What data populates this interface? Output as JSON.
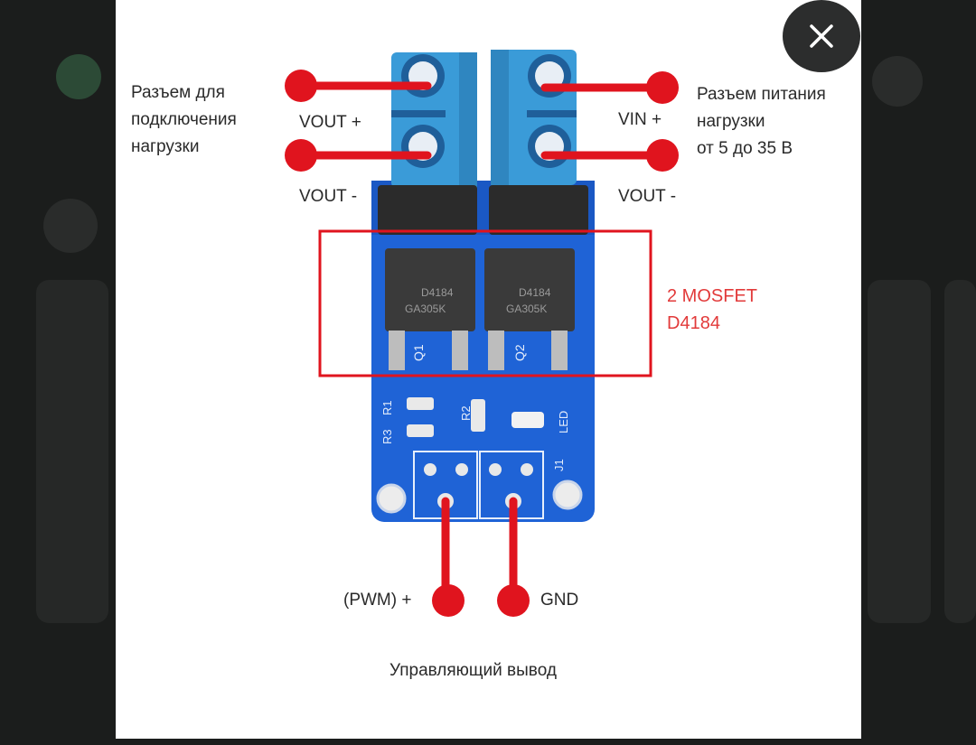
{
  "viewer": {
    "close_label": "×",
    "image": {
      "labels": {
        "left_connector": "Разъем для\nподключения\nнагрузки",
        "right_connector": "Разъем питания\nнагрузки\nот 5 до 35 В",
        "vout_plus": "VOUT +",
        "vout_minus_left": "VOUT -",
        "vin_plus": "VIN +",
        "vout_minus_right": "VOUT -",
        "mosfet": "2 MOSFET\nD4184",
        "pwm": "(PWM) +",
        "gnd": "GND",
        "control_pin": "Управляющий вывод"
      },
      "board_marks": {
        "chip1_line1": "D4184",
        "chip1_line2": "GA305K",
        "chip2_line1": "D4184",
        "chip2_line2": "GA305K",
        "q1": "Q1",
        "q2": "Q2",
        "r1": "R1",
        "r2": "R2",
        "r3": "R3",
        "led": "LED",
        "j1": "J1"
      },
      "colors": {
        "pcb": "#1f63d6",
        "terminal": "#3a9bd8",
        "wire": "#e0141e",
        "highlight_box": "#e0141e"
      }
    }
  }
}
